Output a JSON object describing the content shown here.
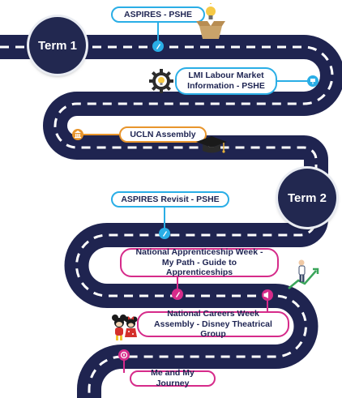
{
  "terms": {
    "term1": "Term 1",
    "term2": "Term 2"
  },
  "events": {
    "aspires": "ASPIRES - PSHE",
    "lmi_line1": "LMI Labour Market",
    "lmi_line2": "Information - PSHE",
    "ucln": "UCLN Assembly",
    "aspires_revisit": "ASPIRES Revisit - PSHE",
    "apprentice_line1": "National Apprenticeship Week -",
    "apprentice_line2": "My Path - Guide to Apprenticeships",
    "careers_line1": "National Careers Week",
    "careers_line2": "Assembly - Disney Theatrical Group",
    "journey": "Me and My Journey"
  },
  "colors": {
    "road": "#1f2450",
    "road_marking": "#ffffff",
    "term_circle": "#222850",
    "blue_accent": "#2aaee6",
    "orange_accent": "#e8952c",
    "pink_accent": "#d62b8a"
  },
  "icons": {
    "aspires": "rocket-icon",
    "lmi": "presentation-icon",
    "ucln": "university-icon",
    "aspires_revisit": "rocket-icon",
    "apprentice": "rocket-icon",
    "careers": "megaphone-icon",
    "journey": "compass-icon"
  }
}
